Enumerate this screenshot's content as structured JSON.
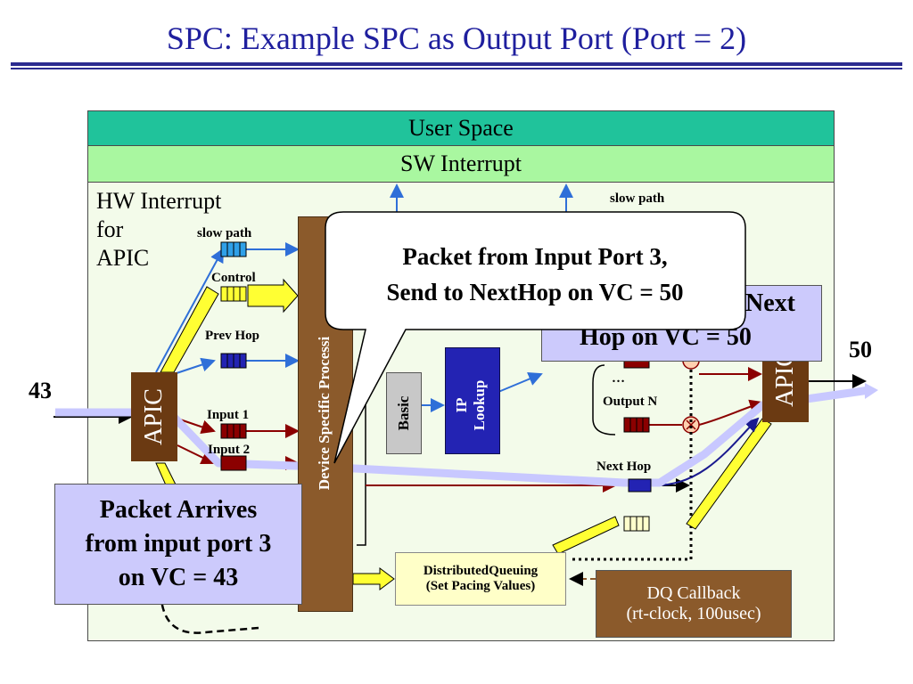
{
  "title": "SPC: Example SPC as Output Port (Port = 2)",
  "layers": {
    "user_space": "User Space",
    "sw_interrupt": "SW Interrupt",
    "hw_interrupt": [
      "HW Interrupt",
      "for",
      "APIC"
    ]
  },
  "queues": {
    "slow_path_left": "slow path",
    "slow_path_right": "slow path",
    "control": "Control",
    "prev_hop": "Prev Hop",
    "input_1": "Input 1",
    "input_2": "Input 2",
    "ellipsis": "…",
    "output_n": "Output N",
    "next_hop": "Next Hop"
  },
  "blocks": {
    "device_specific": "Device Specific Processi",
    "apic_left": "APIC",
    "apic_right": "APIC",
    "basic": "Basic",
    "ip_lookup": [
      "IP",
      "Lookup"
    ],
    "distributed_queuing": [
      "DistributedQueuing",
      "(Set Pacing Values)"
    ],
    "dq_callback": [
      "DQ Callback",
      "(rt-clock, 100usec)"
    ]
  },
  "callouts": {
    "packet_arrives": [
      "Packet Arrives",
      "from input port 3",
      "on VC = 43"
    ],
    "send_packet": [
      "Packet from Input Port 3,",
      "Send to NextHop on VC = 50"
    ],
    "next_hop_partial": [
      "Next",
      "Hop on VC = 50"
    ]
  },
  "vc_labels": {
    "input_vc": "43",
    "output_vc": "50"
  },
  "colors": {
    "title": "#1f1f9e",
    "user_space": "#20c39b",
    "sw_interrupt": "#a9f7a0",
    "panel": "#f3fbea",
    "device": "#8b5a2b",
    "apic": "#6b3a12",
    "path_highlight": "#c8c8ff",
    "queue_blue": "#2323b3",
    "queue_red": "#8b0000",
    "queue_yellow": "#ffff33"
  }
}
